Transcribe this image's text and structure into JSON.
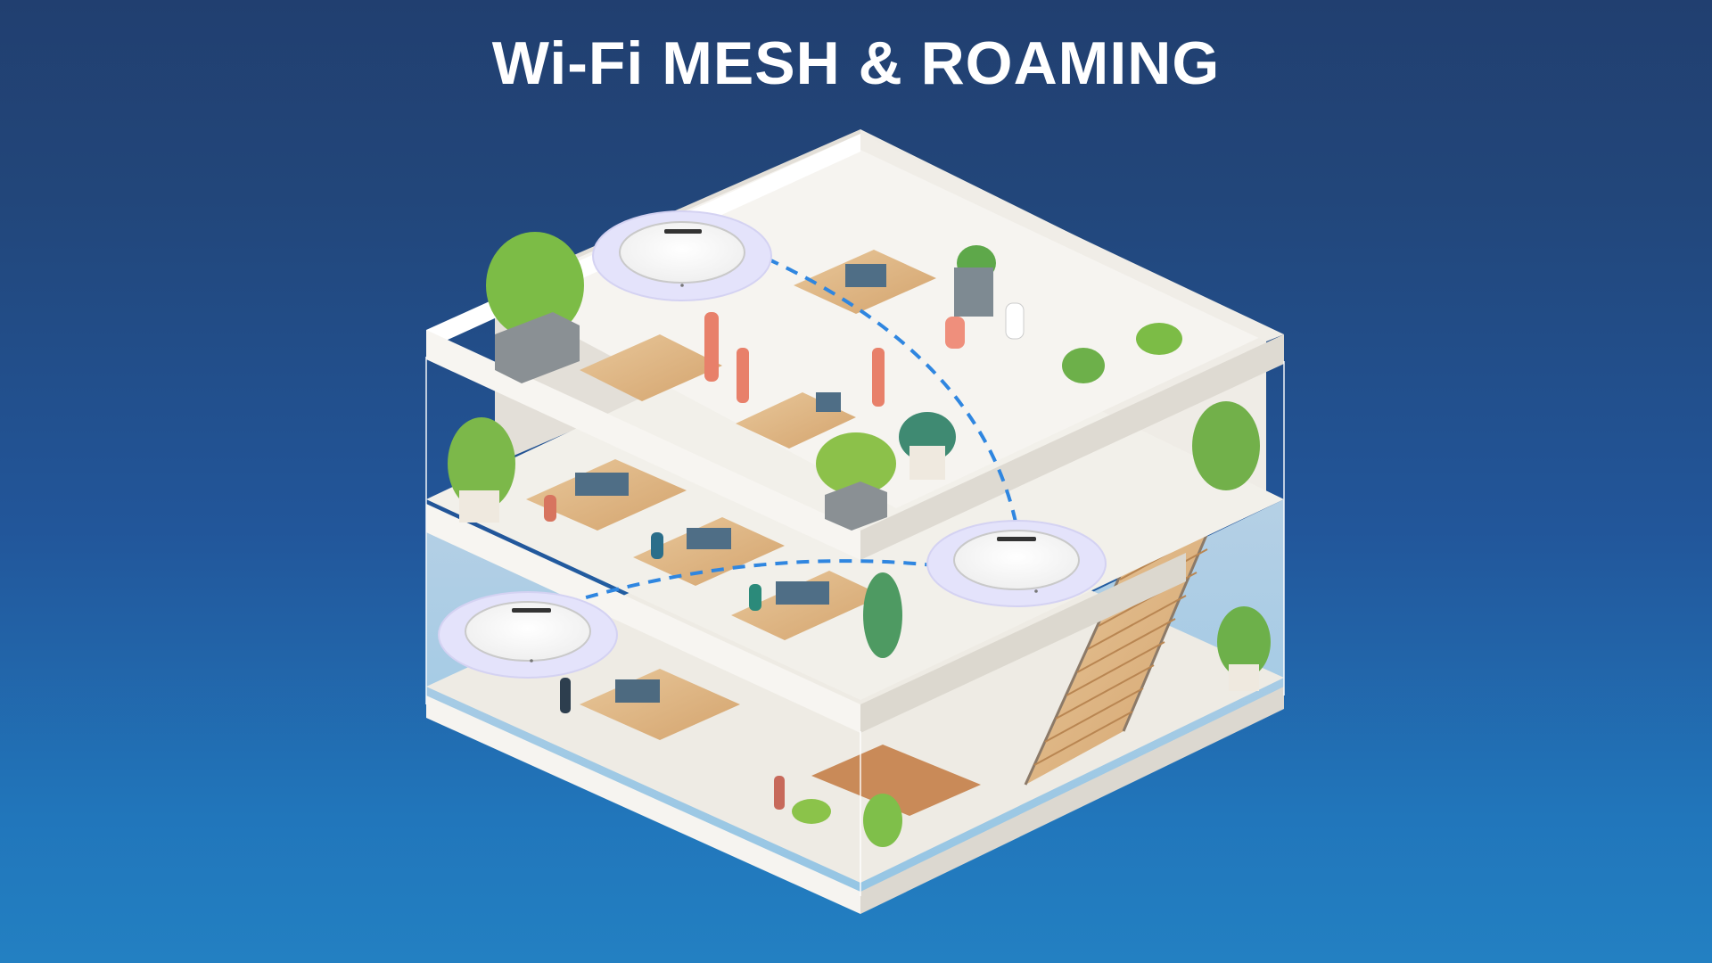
{
  "header": {
    "title": "Wi-Fi MESH & ROAMING"
  },
  "colors": {
    "background_top": "#213f70",
    "background_bottom": "#2380c2",
    "title_text": "#ffffff",
    "slab_white": "#f4f2ee",
    "mesh_link": "#2f86e0",
    "ap_halo": "#e4e3fb"
  },
  "scene": {
    "building": {
      "floors": 3,
      "style": "isometric cutaway office"
    },
    "access_points": [
      {
        "id": "ap-top-floor",
        "label": "Ceiling access point (top floor)"
      },
      {
        "id": "ap-middle-floor",
        "label": "Ceiling access point (middle floor, stairwell)"
      },
      {
        "id": "ap-ground-floor",
        "label": "Ceiling access point (ground floor)"
      }
    ],
    "mesh_links": [
      {
        "from": "ap-top-floor",
        "to": "ap-middle-floor",
        "style": "dashed"
      },
      {
        "from": "ap-middle-floor",
        "to": "ap-ground-floor",
        "style": "dashed"
      }
    ]
  }
}
